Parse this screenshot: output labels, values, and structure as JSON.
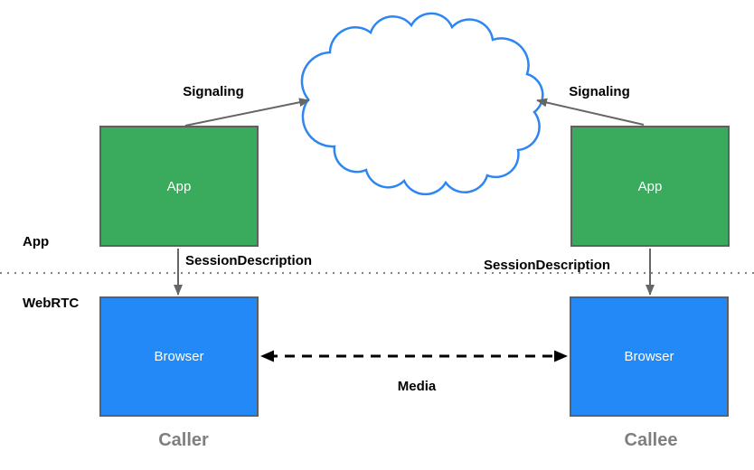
{
  "boxes": {
    "app_caller": {
      "label": "App"
    },
    "app_callee": {
      "label": "App"
    },
    "browser_caller": {
      "label": "Browser"
    },
    "browser_callee": {
      "label": "Browser"
    }
  },
  "layers": {
    "app_label": "App",
    "webrtc_label": "WebRTC"
  },
  "edges": {
    "signaling_caller": {
      "label": "Signaling"
    },
    "signaling_callee": {
      "label": "Signaling"
    },
    "session_caller": {
      "label": "SessionDescription"
    },
    "session_callee": {
      "label": "SessionDescription"
    },
    "media": {
      "label": "Media"
    }
  },
  "endpoints": {
    "caller": "Caller",
    "callee": "Callee"
  },
  "icons": {
    "cloud": "signaling-network-cloud"
  },
  "colors": {
    "app_box_fill": "#3aab5d",
    "browser_box_fill": "#2289f7",
    "box_border": "#606060",
    "box_text": "#ffffff",
    "cloud_stroke": "#2d86f2",
    "arrow_gray": "#666666",
    "media_arrow": "#000000",
    "divider_dots": "#828282",
    "endpoint_label": "#7f7f7f",
    "edge_label": "#000000"
  }
}
